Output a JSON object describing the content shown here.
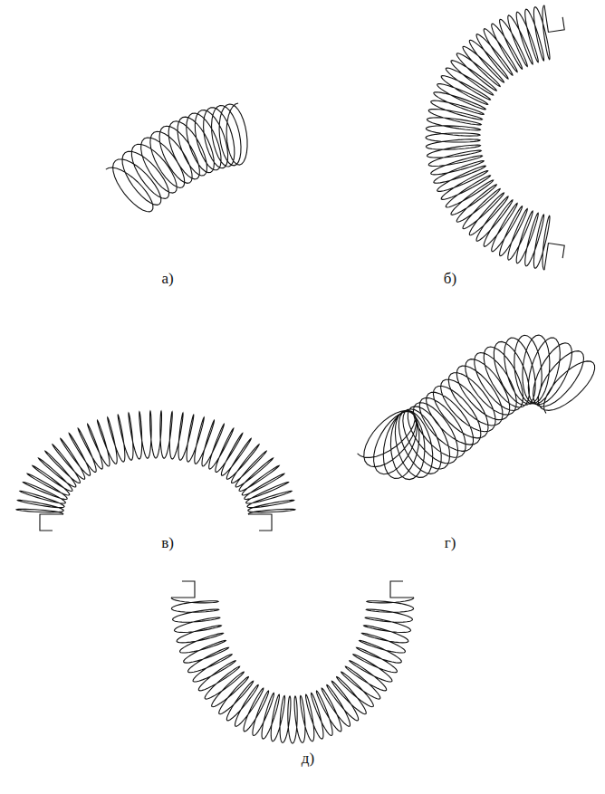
{
  "diagram": {
    "labels": [
      "а)",
      "б)",
      "в)",
      "г)",
      "д)"
    ]
  }
}
